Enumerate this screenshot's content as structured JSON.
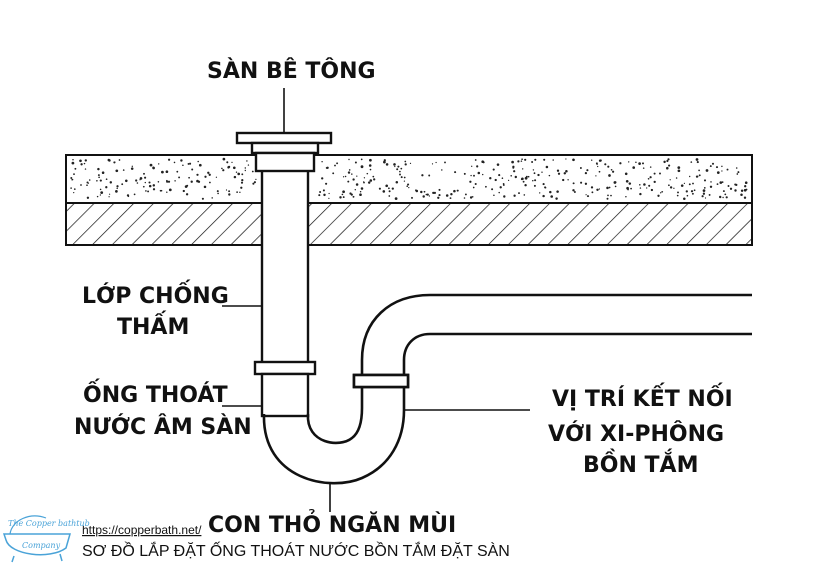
{
  "labels": {
    "floor": "SÀN BÊ TÔNG",
    "waterproof_line1": "LỚP CHỐNG",
    "waterproof_line2": "THẤM",
    "drain_line1": "ỐNG THOÁT",
    "drain_line2": "NƯỚC ÂM SÀN",
    "trap": "CON THỎ NGĂN MÙI",
    "conn_line1": "VỊ TRÍ KẾT  NỐI",
    "conn_line2": "VỚI XI-PHÔNG",
    "conn_line3": "BỒN TẮM"
  },
  "footer": {
    "url": "https://copperbath.net/",
    "caption": "SƠ ĐỒ LẮP ĐẶT ỐNG THOÁT NƯỚC BỒN TẮM ĐẶT SÀN"
  },
  "logo": {
    "name": "copperbath-logo",
    "text_line1": "The Copper bathtub",
    "text_line2": "Company",
    "color": "#4aa3d8"
  }
}
